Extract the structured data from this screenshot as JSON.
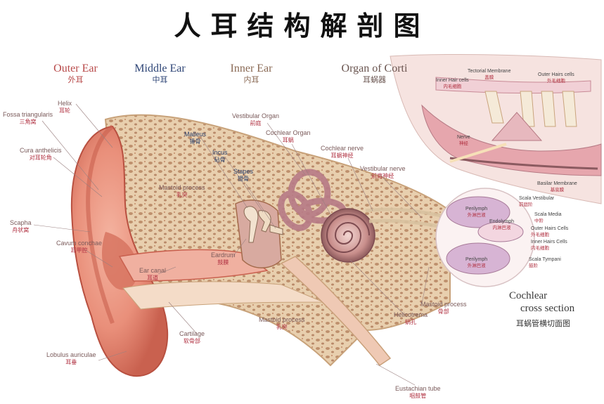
{
  "title": "人耳结构解剖图",
  "sections": {
    "outer": {
      "en": "Outer Ear",
      "zh": "外耳",
      "color": "#b84a4a"
    },
    "middle": {
      "en": "Middle Ear",
      "zh": "中耳",
      "color": "#2f4677"
    },
    "inner": {
      "en": "Inner Ear",
      "zh": "内耳",
      "color": "#8a6a55"
    },
    "corti": {
      "en": "Organ of Corti",
      "zh": "耳蜗器",
      "color": "#6a5550"
    }
  },
  "labels": {
    "helix": {
      "en": "Helix",
      "zh": "耳轮"
    },
    "fossa": {
      "en": "Fossa triangularis",
      "zh": "三角窝"
    },
    "cura": {
      "en": "Cura anthelicis",
      "zh": "对耳轮角"
    },
    "scapha": {
      "en": "Scapha",
      "zh": "舟状窝"
    },
    "cavum": {
      "en": "Cavum conchae",
      "zh": "耳甲腔"
    },
    "lobulus": {
      "en": "Lobulus auriculae",
      "zh": "耳垂"
    },
    "earcanal": {
      "en": "Ear canal",
      "zh": "耳道"
    },
    "cartilage": {
      "en": "Cartilage",
      "zh": "软骨部"
    },
    "mastoid1": {
      "en": "Mastoid process",
      "zh": "乳突"
    },
    "mastoid2": {
      "en": "Mastoid process",
      "zh": "乳突"
    },
    "mastoid3": {
      "en": "Mastoid process",
      "zh": "骨部"
    },
    "malleus": {
      "en": "Malleus",
      "zh": "锤骨"
    },
    "incus": {
      "en": "Incus",
      "zh": "砧骨"
    },
    "stapes": {
      "en": "Stapes",
      "zh": "镫骨"
    },
    "eardrum": {
      "en": "Eardrum",
      "zh": "鼓膜"
    },
    "vestibular_organ": {
      "en": "Vestibular Organ",
      "zh": "前庭"
    },
    "cochlear_organ": {
      "en": "Cochlear Organ",
      "zh": "耳蜗"
    },
    "cochlear_nerve": {
      "en": "Cochlear nerve",
      "zh": "耳蜗神经"
    },
    "vestibular_nerve": {
      "en": "Vestibular nerve",
      "zh": "前庭神经"
    },
    "helicotrema": {
      "en": "Helicotrema",
      "zh": "蜗孔"
    },
    "eustachian": {
      "en": "Eustachian tube",
      "zh": "咽鼓管"
    }
  },
  "corti_labels": {
    "tectorial": {
      "en": "Tectorial Membrane",
      "zh": "盖膜"
    },
    "outer_hair": {
      "en": "Outer Hairs cells",
      "zh": "外毛细胞"
    },
    "inner_hair": {
      "en": "Inner Hair cells",
      "zh": "内毛细胞"
    },
    "nerve": {
      "en": "Nerve",
      "zh": "神经"
    },
    "basilar": {
      "en": "Basilar Membrane",
      "zh": "基底膜"
    }
  },
  "cross_labels": {
    "scala_vestibuli": {
      "en": "Scala Vestibular",
      "zh": "前庭阶"
    },
    "scala_media": {
      "en": "Scala Media",
      "zh": "中阶"
    },
    "outer_hairs": {
      "en": "Outer Hairs Cells",
      "zh": "外毛细胞"
    },
    "inner_hairs": {
      "en": "Inner Hairs Cells",
      "zh": "内毛细胞"
    },
    "scala_tympani": {
      "en": "Scala Tympani",
      "zh": "鼓阶"
    },
    "perilymph_top": {
      "en": "Perilymph",
      "zh": "外淋巴液"
    },
    "endolymph": {
      "en": "Endolymph",
      "zh": "内淋巴液"
    },
    "perilymph_bottom": {
      "en": "Perilymph",
      "zh": "外淋巴液"
    }
  },
  "cross_caption": {
    "line1": "Cochlear",
    "line2": "cross section",
    "zh": "耳蜗管横切面图"
  }
}
